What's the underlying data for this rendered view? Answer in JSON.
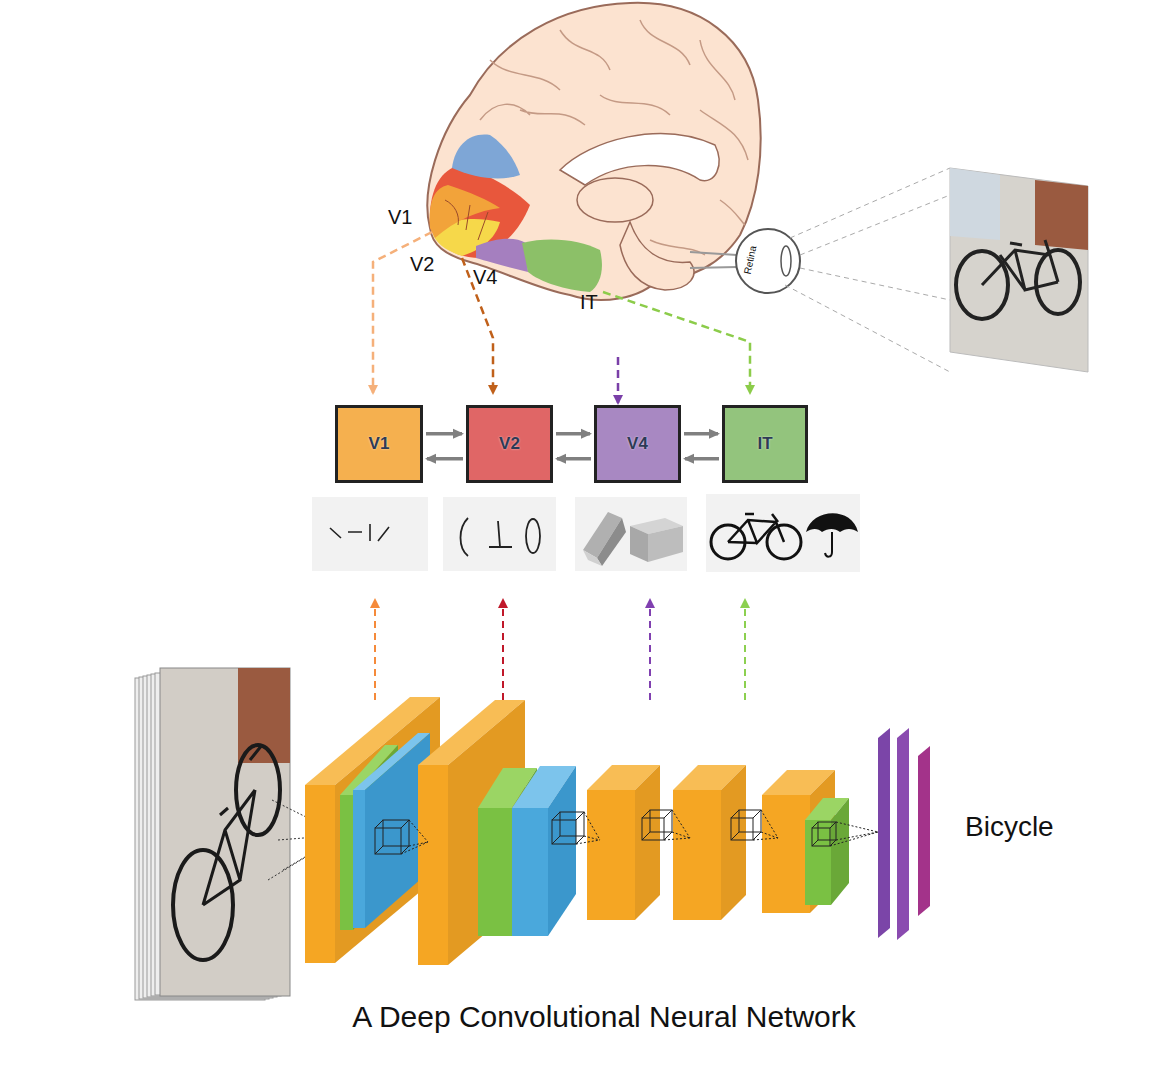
{
  "diagram": {
    "caption": "A Deep Convolutional Neural Network",
    "nodes": [
      {
        "text": [
          "V1"
        ]
      },
      {
        "text": [
          "V2"
        ]
      },
      {
        "text": [
          "V4"
        ]
      },
      {
        "text": [
          "IT"
        ]
      }
    ],
    "edges": [
      {
        "from": 0,
        "to": 1,
        "arrow": "to"
      },
      {
        "from": 1,
        "to": 0,
        "arrow": "to"
      },
      {
        "from": 1,
        "to": 2,
        "arrow": "to"
      },
      {
        "from": 2,
        "to": 1,
        "arrow": "to"
      },
      {
        "from": 2,
        "to": 3,
        "arrow": "to"
      },
      {
        "from": 3,
        "to": 2,
        "arrow": "to"
      }
    ],
    "labels": [
      "V1",
      "V2",
      "V4",
      "IT",
      "Retina",
      "Bicycle"
    ]
  }
}
